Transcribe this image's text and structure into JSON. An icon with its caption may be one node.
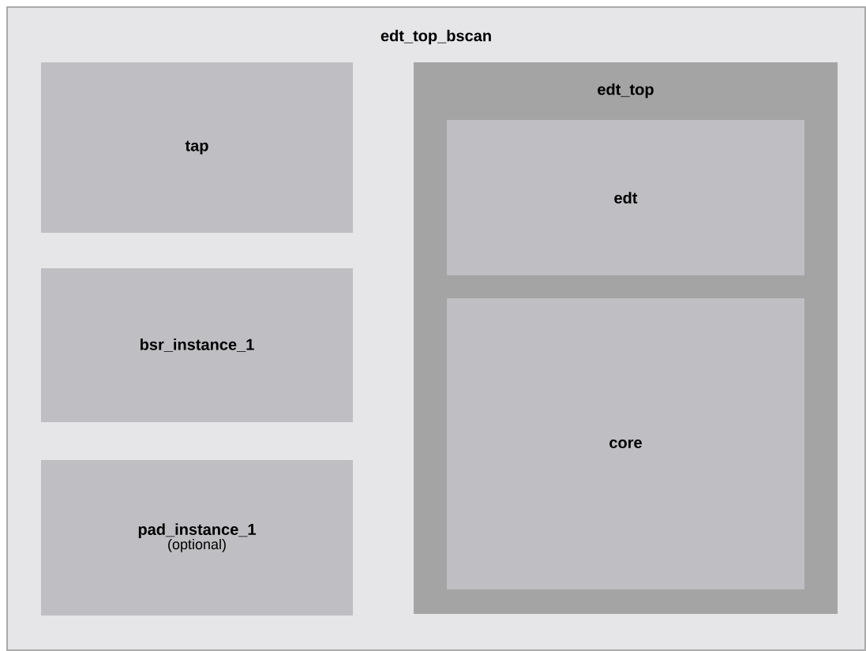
{
  "diagram": {
    "nodes": [
      {
        "text": [
          "edt_top_bscan"
        ]
      },
      {
        "text": [
          "tap"
        ],
        "in": 0
      },
      {
        "text": [
          "bsr_instance_1"
        ],
        "in": 0
      },
      {
        "text": [
          "pad_instance_1",
          "(optional)"
        ],
        "in": 0
      },
      {
        "text": [
          "edt_top"
        ],
        "in": 0
      },
      {
        "text": [
          "edt"
        ],
        "in": 4
      },
      {
        "text": [
          "core"
        ],
        "in": 4
      }
    ]
  }
}
